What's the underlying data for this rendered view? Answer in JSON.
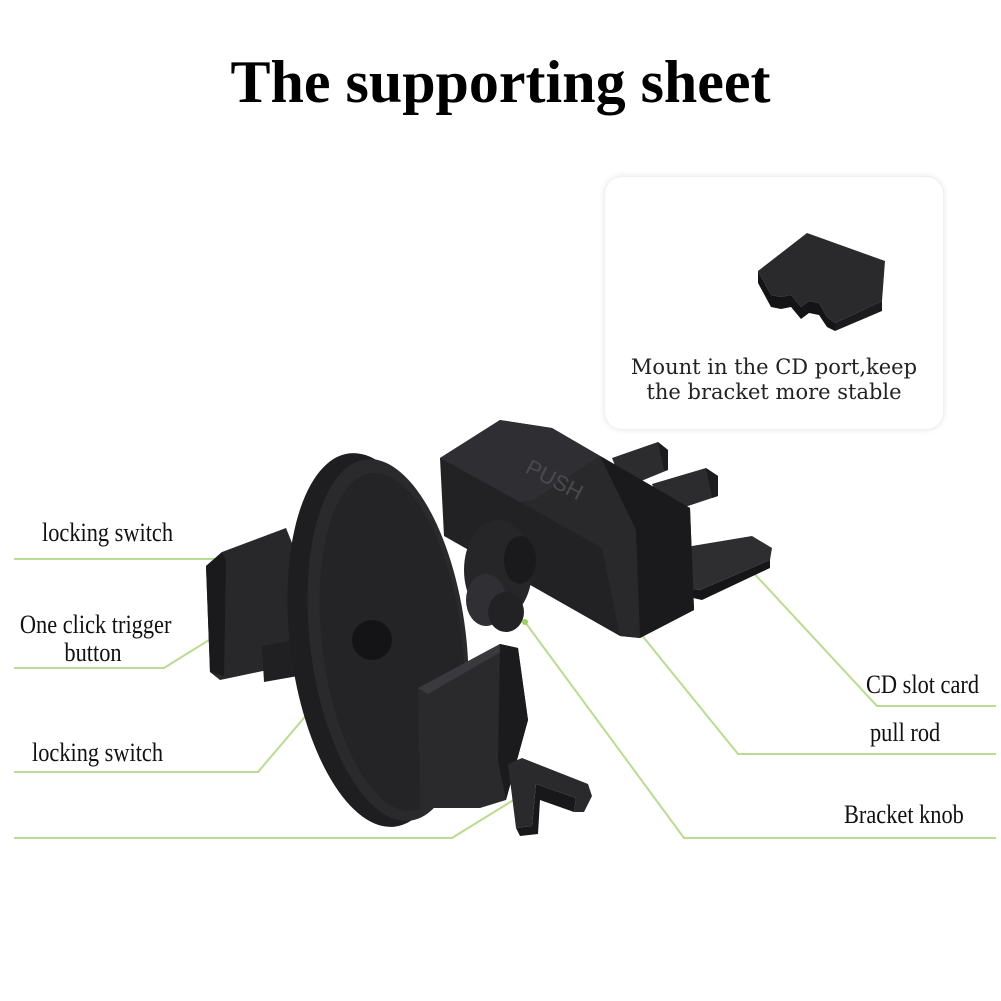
{
  "title": "The supporting sheet",
  "card": {
    "caption_line1": "Mount in the CD port,keep",
    "caption_line2": "the bracket more stable"
  },
  "product": {
    "push_text": "PUSH"
  },
  "labels": {
    "locking_switch_top": "locking switch",
    "trigger_line1": "One click trigger",
    "trigger_line2": "button",
    "locking_switch_bottom": "locking switch",
    "cd_slot_card": "CD slot card",
    "pull_rod": "pull rod",
    "bracket_knob": "Bracket knob"
  },
  "colors": {
    "leader_line": "#b9dc8e",
    "product_dark": "#1d1d1f",
    "product_mid": "#2b2b2e",
    "product_edge": "#3a3a3e"
  }
}
